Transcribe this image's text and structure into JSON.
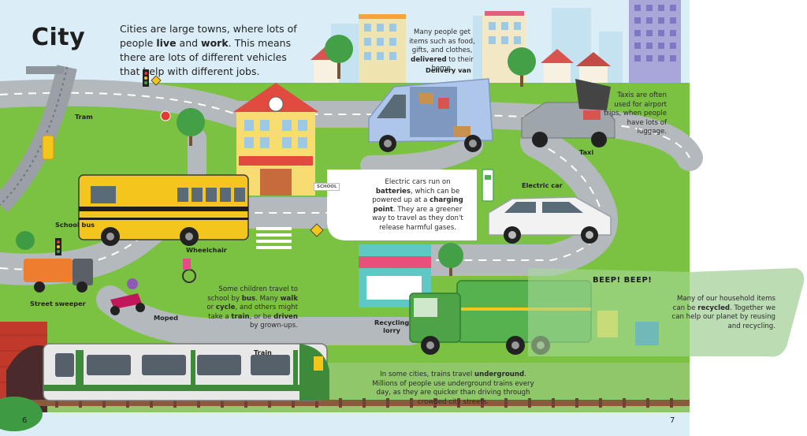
{
  "page": {
    "title": "City",
    "intro": {
      "p1": "Cities are large  towns, where lots of people ",
      "live": "live",
      "p2": " and ",
      "work": "work",
      "p3": ". This means there are lots of different vehicles that help with different jobs."
    },
    "page_numbers": {
      "left": "6",
      "right": "7"
    }
  },
  "notes": {
    "delivery": {
      "a": "Many people get items such as food, gifts, and clothes, ",
      "b": "delivered",
      "c": " to their home."
    },
    "taxi": "Taxis are often used for airport trips, when people have lots of luggage.",
    "electric": {
      "a": "Electric cars run on ",
      "b": "batteries",
      "c": ", which can be powered up at a ",
      "d": "charging point",
      "e": ". They are a greener way to travel as they don't release harmful gases."
    },
    "children": {
      "a": "Some children travel to school by ",
      "b": "bus",
      "c": ". Many ",
      "d": "walk",
      "e": " or ",
      "f": "cycle",
      "g": ", and others might take a ",
      "h": "train",
      "i": ", or be ",
      "j": "driven",
      "k": " by grown-ups."
    },
    "recycle": {
      "a": "Many of our household items can be ",
      "b": "recycled",
      "c": ". Together we can help our planet by reusing and recycling."
    },
    "underground": {
      "a": "In some cities, trains travel ",
      "b": "underground",
      "c": ". Millions of people use underground trains every day, as they are quicker than driving through crowded city streets."
    }
  },
  "labels": {
    "tram": "Tram",
    "school_bus": "School bus",
    "wheelchair": "Wheelchair",
    "street_sweeper": "Street sweeper",
    "moped": "Moped",
    "train": "Train",
    "delivery_van": "Delivery van",
    "taxi": "Taxi",
    "electric_car": "Electric car",
    "recycling_lorry_1": "Recycling",
    "recycling_lorry_2": "lorry",
    "beep": "BEEP! BEEP!",
    "school_sign": "SCHOOL"
  },
  "colors": {
    "sky": "#dbeef8",
    "grass": "#7cc242",
    "road": "#b4b9bd",
    "bus_yellow": "#f4c51c",
    "lorry_green": "#4caf50",
    "train_green": "#3d8a3a",
    "tunnel_red": "#c0392b"
  }
}
